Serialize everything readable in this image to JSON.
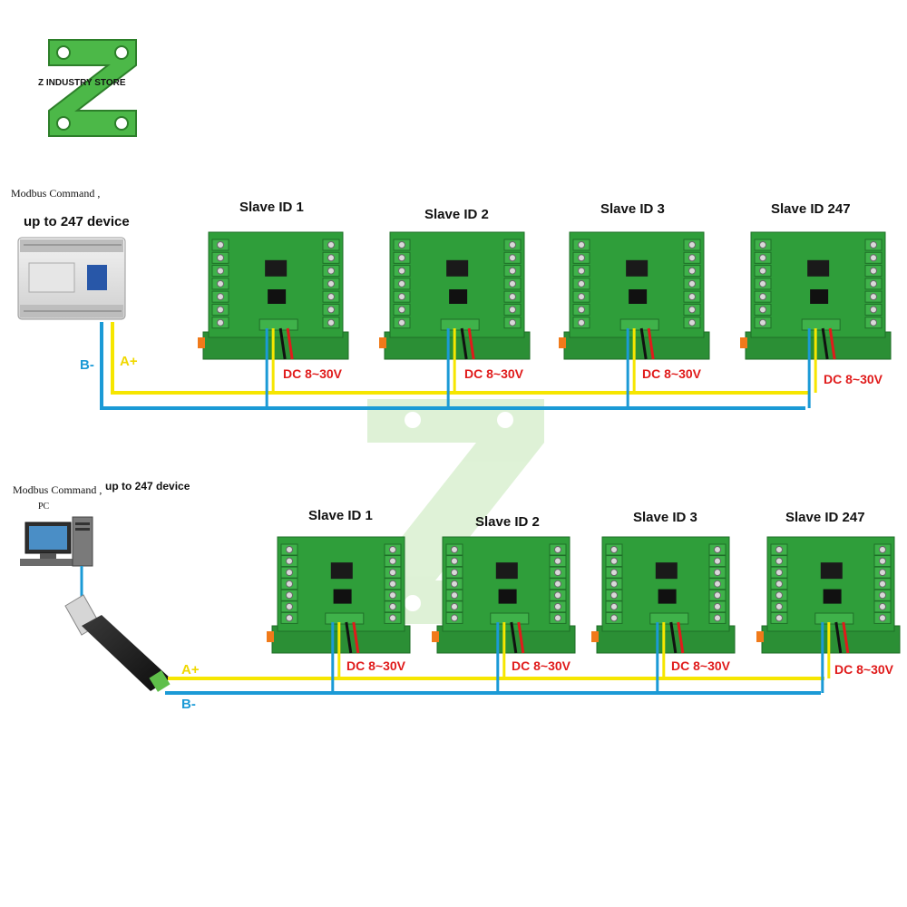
{
  "brand": {
    "name": "Z INDUSTRY STORE"
  },
  "colors": {
    "bus_a": "#f6e600",
    "bus_b": "#1b9ad6",
    "power_red": "#e01b1b",
    "power_black": "#111111",
    "board_green": "#2f9e3a",
    "logo_green": "#4cb848"
  },
  "top": {
    "note": "Modbus Command ,",
    "header": "up to 247 device",
    "a_label": "A+",
    "b_label": "B-",
    "modules": [
      {
        "title": "Slave ID 1",
        "power": "DC 8~30V"
      },
      {
        "title": "Slave ID 2",
        "power": "DC 8~30V"
      },
      {
        "title": "Slave ID 3",
        "power": "DC 8~30V"
      },
      {
        "title": "Slave ID 247",
        "power": "DC 8~30V"
      }
    ]
  },
  "bottom": {
    "note": "Modbus Command ,",
    "header": "up to 247 device",
    "pc_label": "PC",
    "a_label": "A+",
    "b_label": "B-",
    "modules": [
      {
        "title": "Slave ID 1",
        "power": "DC 8~30V"
      },
      {
        "title": "Slave ID 2",
        "power": "DC 8~30V"
      },
      {
        "title": "Slave ID 3",
        "power": "DC 8~30V"
      },
      {
        "title": "Slave ID 247",
        "power": "DC 8~30V"
      }
    ]
  }
}
